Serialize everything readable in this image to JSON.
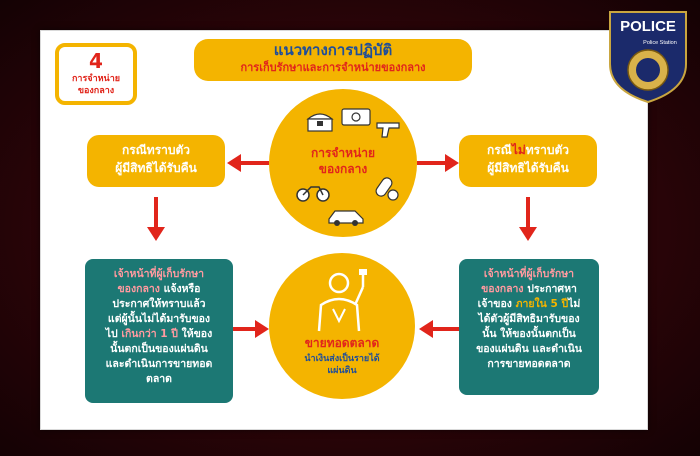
{
  "badge": {
    "word": "POLICE",
    "small": "Police Station"
  },
  "step": {
    "number": "4",
    "label_line1": "การจำหน่าย",
    "label_line2": "ของกลาง"
  },
  "title": {
    "line1": "แนวทางการปฏิบัติ",
    "line2": "การเก็บรักษาและการจำหน่ายของกลาง"
  },
  "left_case": {
    "line1": "กรณีทราบตัว",
    "line2": "ผู้มีสิทธิได้รับคืน"
  },
  "right_case": {
    "line1_a": "กรณี",
    "line1_b": "ไม่",
    "line1_c": "ทราบตัว",
    "line2": "ผู้มีสิทธิได้รับคืน"
  },
  "center_top": {
    "line1": "การจำหน่าย",
    "line2": "ของกลาง"
  },
  "center_bottom": {
    "line1": "ขายทอดตลาด",
    "line2": "นำเงินส่งเป็นรายได้",
    "line3": "แผ่นดิน"
  },
  "left_detail": {
    "hl1": "เจ้าหน้าที่ผู้เก็บรักษา",
    "hl2": "ของกลาง",
    "t2": " แจ้งหรือ",
    "t3": "ประกาศให้ทราบแล้ว",
    "t4": "แต่ผู้นั้นไม่ได้มารับของ",
    "t5a": "ไป ",
    "t5b": "เกินกว่า 1 ปี",
    "t5c": " ให้ของ",
    "t6": "นั้นตกเป็นของแผ่นดิน",
    "t7": "และดำเนินการขายทอด",
    "t8": "ตลาด"
  },
  "right_detail": {
    "hl1": "เจ้าหน้าที่ผู้เก็บรักษา",
    "hl2": "ของกลาง",
    "t2": " ประกาศหา",
    "t3a": "เจ้าของ ",
    "t3b": "ภายใน 5 ปี",
    "t3c": "ไม่",
    "t4": "ได้ตัวผู้มีสิทธิมารับของ",
    "t5": "นั้น ให้ของนั้นตกเป็น",
    "t6": "ของแผ่นดิน และดำเนิน",
    "t7": "การขายทอดตลาด"
  },
  "colors": {
    "accent_yellow": "#f4b400",
    "accent_red": "#e1251b",
    "teal": "#1c7874",
    "navy": "#1f4e99"
  },
  "icons": [
    "treasure-chest-icon",
    "money-icon",
    "gun-icon",
    "motorcycle-icon",
    "pills-icon",
    "car-icon",
    "auction-person-icon"
  ]
}
